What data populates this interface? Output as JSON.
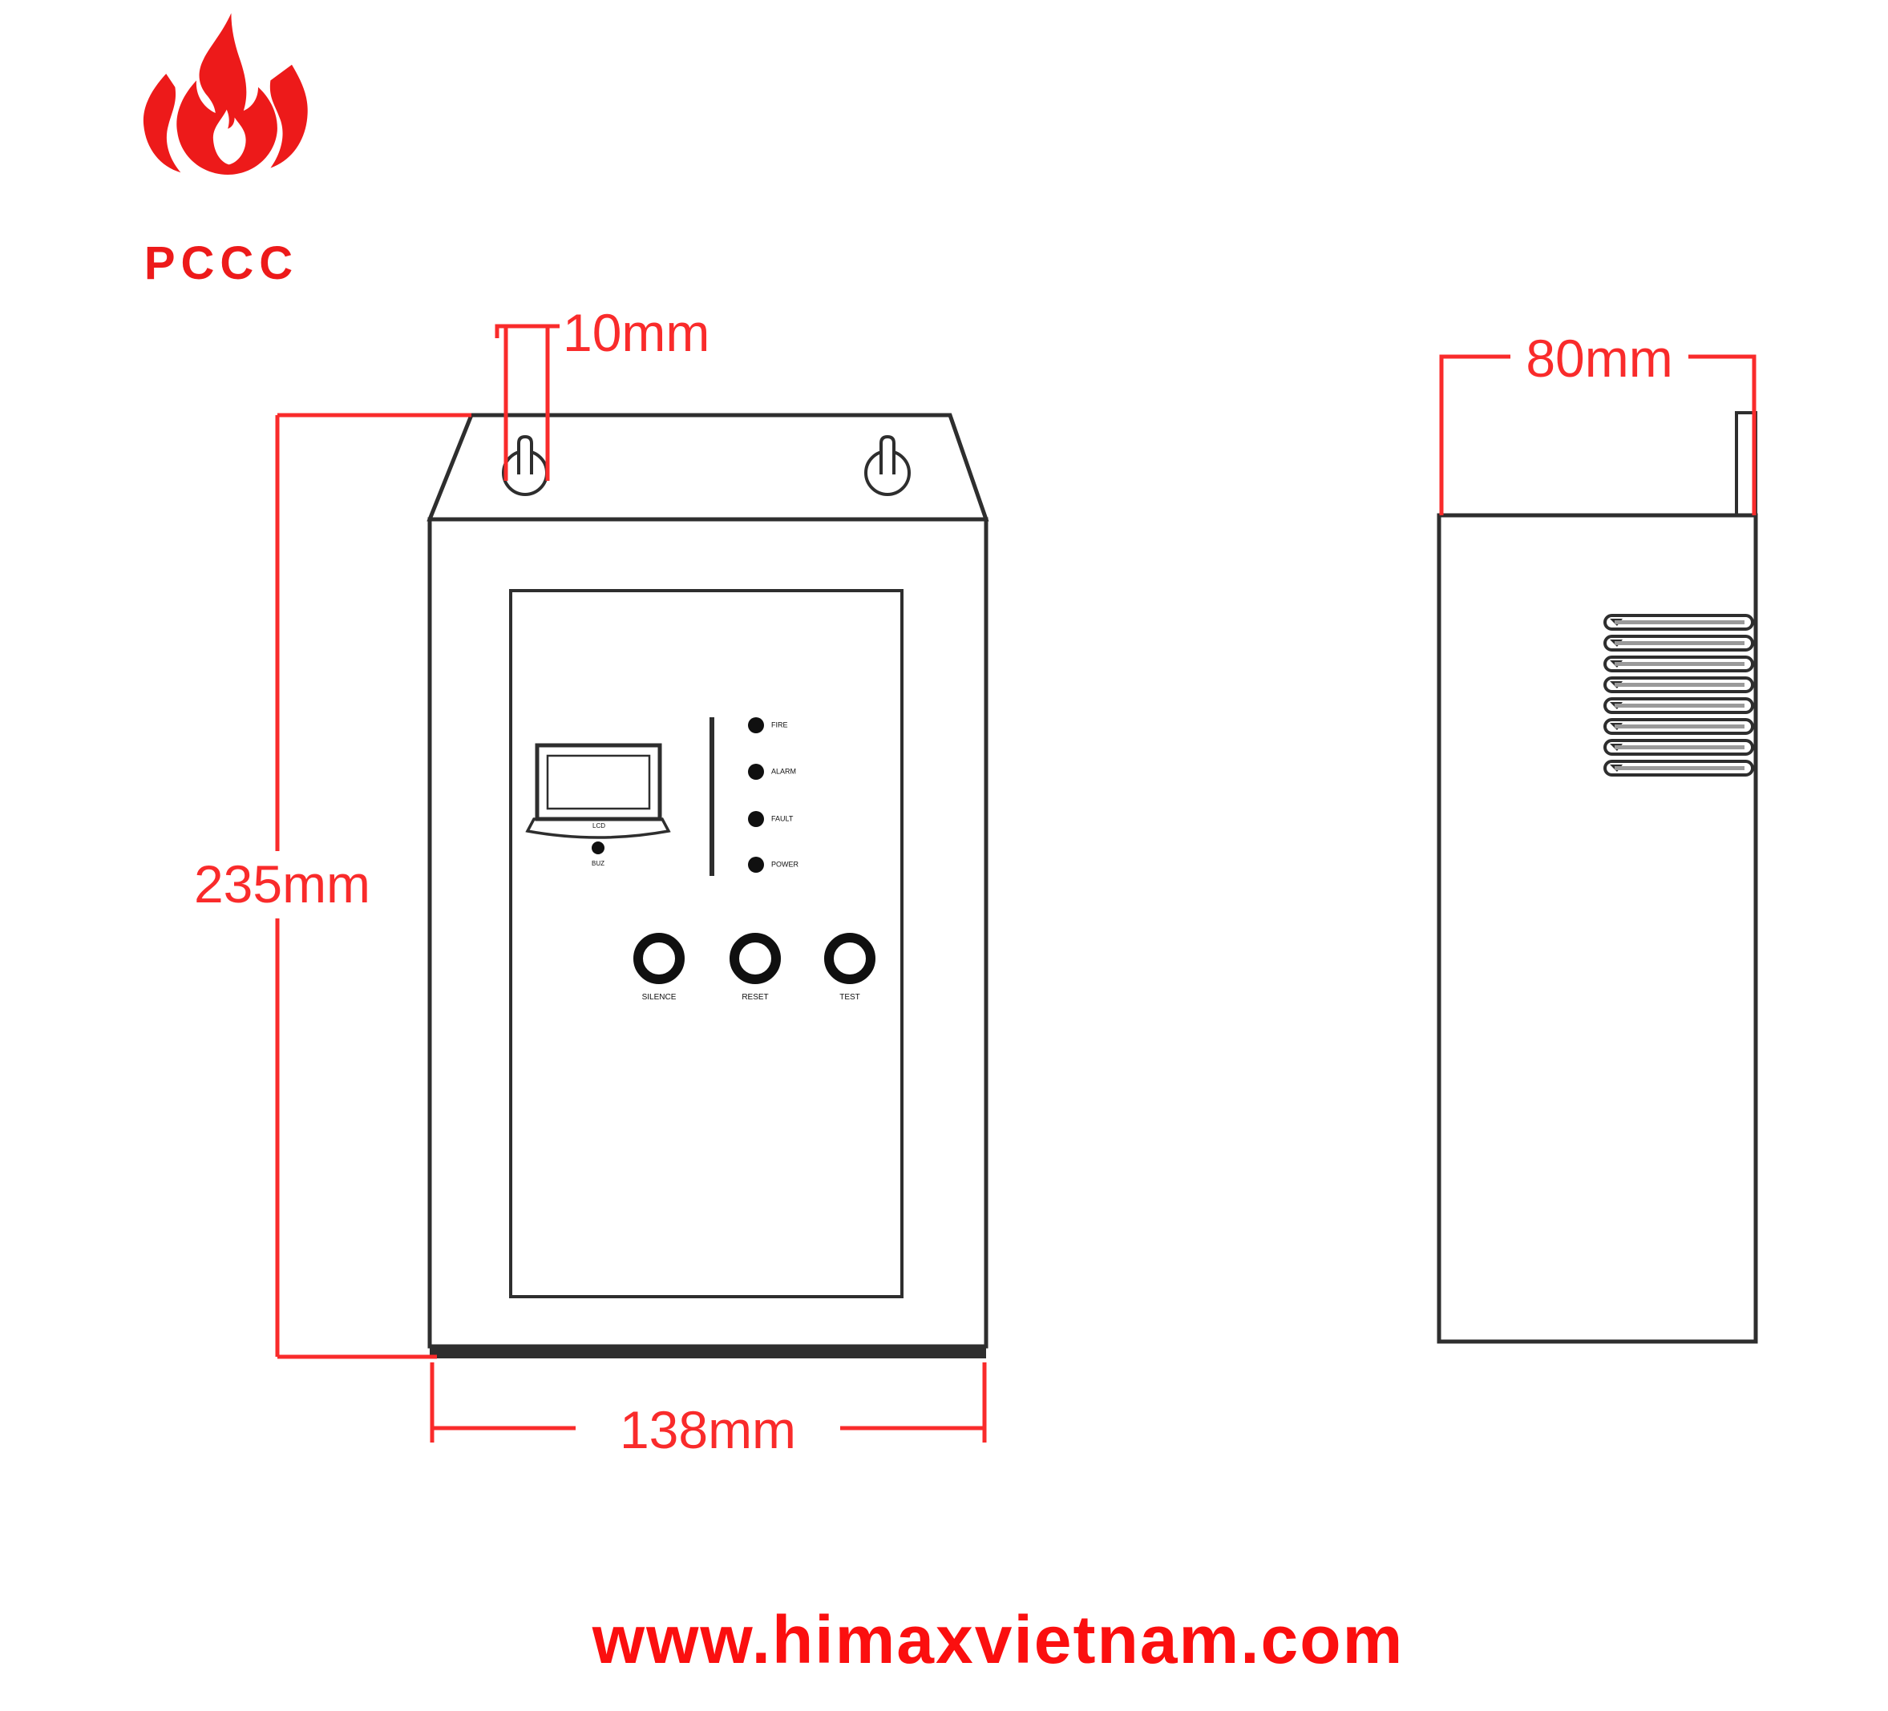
{
  "logo": {
    "brand": "PCCC",
    "icon": "flame-icon",
    "color": "#ed1a1a"
  },
  "front_view": {
    "view_name": "front-elevation",
    "dim_hole_offset": "10mm",
    "dim_height": "235mm",
    "dim_width": "138mm",
    "display": {
      "base_label": "LCD",
      "buzzer_label": "BUZ"
    },
    "led_labels": [
      "FIRE",
      "ALARM",
      "FAULT",
      "POWER"
    ],
    "button_labels": [
      "SILENCE",
      "RESET",
      "TEST"
    ]
  },
  "side_view": {
    "view_name": "side-elevation",
    "dim_depth": "80mm",
    "louver_count": 8
  },
  "footer": {
    "website": "www.himaxvietnam.com"
  },
  "colors": {
    "dimension_red": "#f92b2b",
    "logo_red": "#ed1a1a",
    "website_red": "#fb0f0f",
    "line_dark": "#2e2e2e"
  }
}
